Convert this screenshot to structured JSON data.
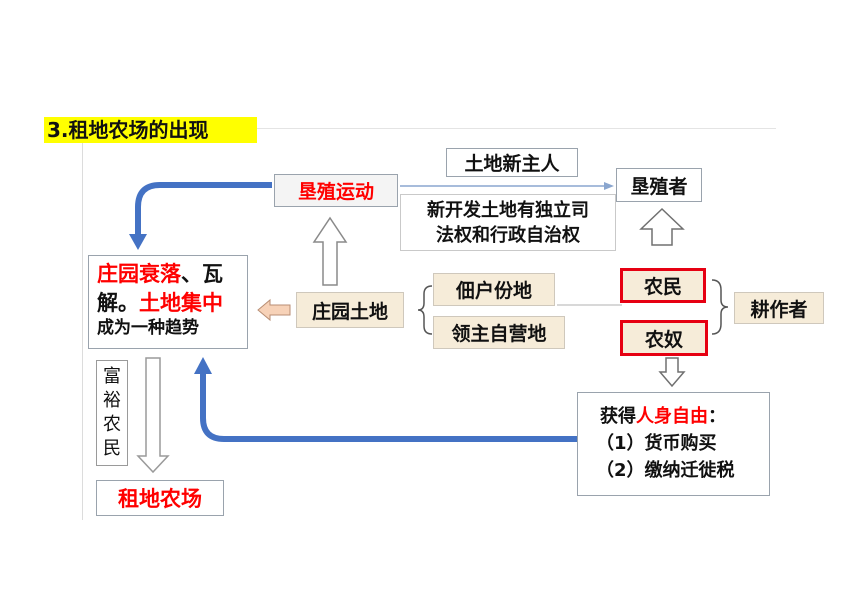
{
  "title": "3.租地农场的出现",
  "nodes": {
    "reclamation_movement": "垦殖运动",
    "new_owner": "土地新主人",
    "settlers": "垦殖者",
    "rights_line1": "新开发土地有独立司",
    "rights_line2": "法权和行政自治权",
    "decline_red1": "庄园衰落",
    "decline_black1": "、瓦",
    "decline_black2": "解。",
    "decline_red2": "土地集中",
    "decline_black3": "成为一种趋势",
    "manor_land": "庄园土地",
    "tenant_plot": "佃户份地",
    "lord_demesne": "领主自营地",
    "peasants": "农民",
    "serfs": "农奴",
    "cultivators": "耕作者",
    "rich_peasant": [
      "富",
      "裕",
      "农",
      "民"
    ],
    "leased_farm": "租地农场",
    "freedom_prefix": "获得",
    "freedom_red": "人身自由",
    "freedom_suffix": "：",
    "freedom_item1": "（1）货币购买",
    "freedom_item2": "（2）缴纳迁徙税"
  },
  "colors": {
    "accent_red": "#ff0000",
    "arrow_blue": "#4472c4",
    "title_highlight": "#ffff00",
    "beige_fill": "#f6ecd9"
  }
}
